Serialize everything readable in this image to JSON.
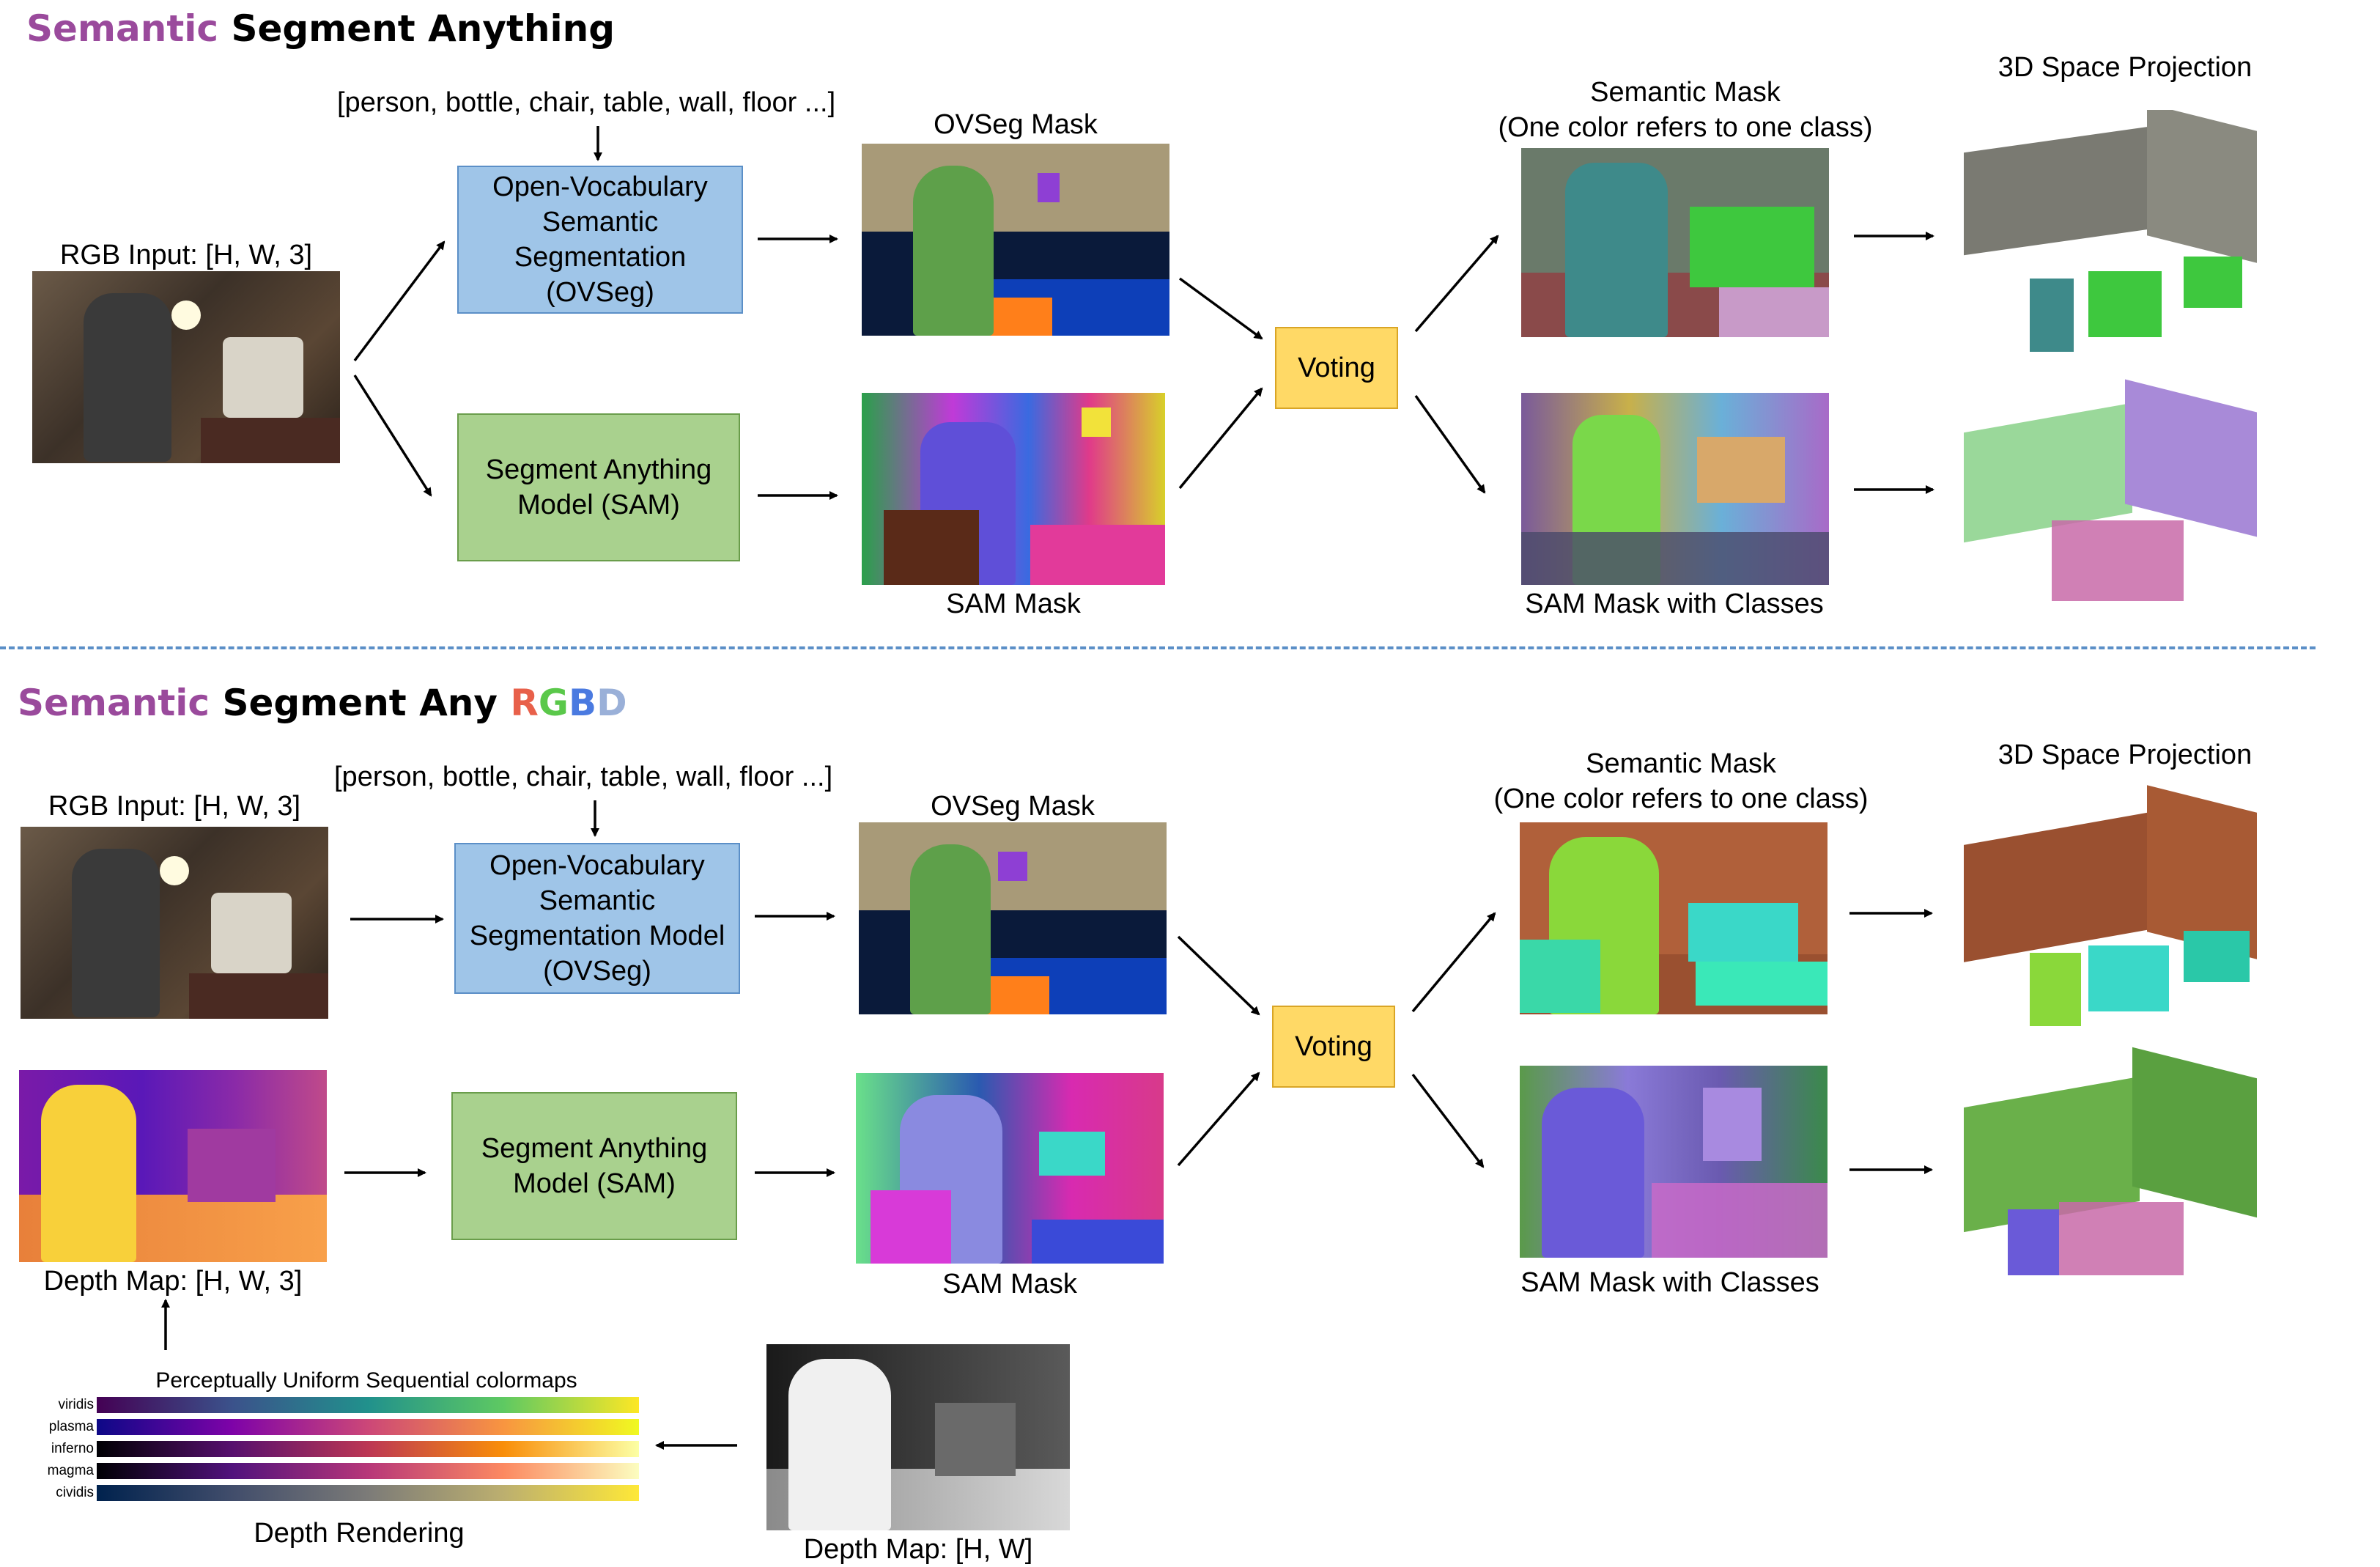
{
  "top": {
    "title_word1": "Semantic",
    "title_word2": "Segment Anything",
    "class_list": "[person, bottle, chair, table, wall, floor ...]",
    "rgb_input": "RGB Input: [H, W, 3]",
    "ovseg_box": "Open-Vocabulary Semantic Segmentation (OVSeg)",
    "sam_box": "Segment Anything Model (SAM)",
    "ovseg_mask": "OVSeg Mask",
    "sam_mask": "SAM Mask",
    "voting": "Voting",
    "semantic_mask_line1": "Semantic Mask",
    "semantic_mask_line2": "(One color refers to one class)",
    "sam_mask_classes": "SAM Mask with Classes",
    "projection": "3D Space Projection"
  },
  "bottom": {
    "title_word1": "Semantic",
    "title_word2": "Segment Any",
    "title_rgbd": [
      "R",
      "G",
      "B",
      "D"
    ],
    "class_list": "[person, bottle, chair, table, wall, floor ...]",
    "rgb_input": "RGB Input: [H, W, 3]",
    "ovseg_box": "Open-Vocabulary Semantic Segmentation Model (OVSeg)",
    "sam_box": "Segment Anything Model (SAM)",
    "ovseg_mask": "OVSeg Mask",
    "sam_mask": "SAM Mask",
    "voting": "Voting",
    "semantic_mask_line1": "Semantic Mask",
    "semantic_mask_line2": "(One color refers to one class)",
    "sam_mask_classes": "SAM Mask with Classes",
    "projection": "3D Space Projection",
    "depth_map_3": "Depth Map: [H, W, 3]",
    "depth_map": "Depth Map: [H, W]",
    "depth_rendering": "Depth Rendering",
    "colormap_title": "Perceptually Uniform Sequential colormaps",
    "colormaps": [
      "viridis",
      "plasma",
      "inferno",
      "magma",
      "cividis"
    ]
  },
  "colors": {
    "purple_title": "#9a4a9c",
    "ovseg_box_fill": "#9fc5e8",
    "sam_box_fill": "#a9d18e",
    "voting_fill": "#ffd966",
    "divider": "#5b8fc7"
  }
}
